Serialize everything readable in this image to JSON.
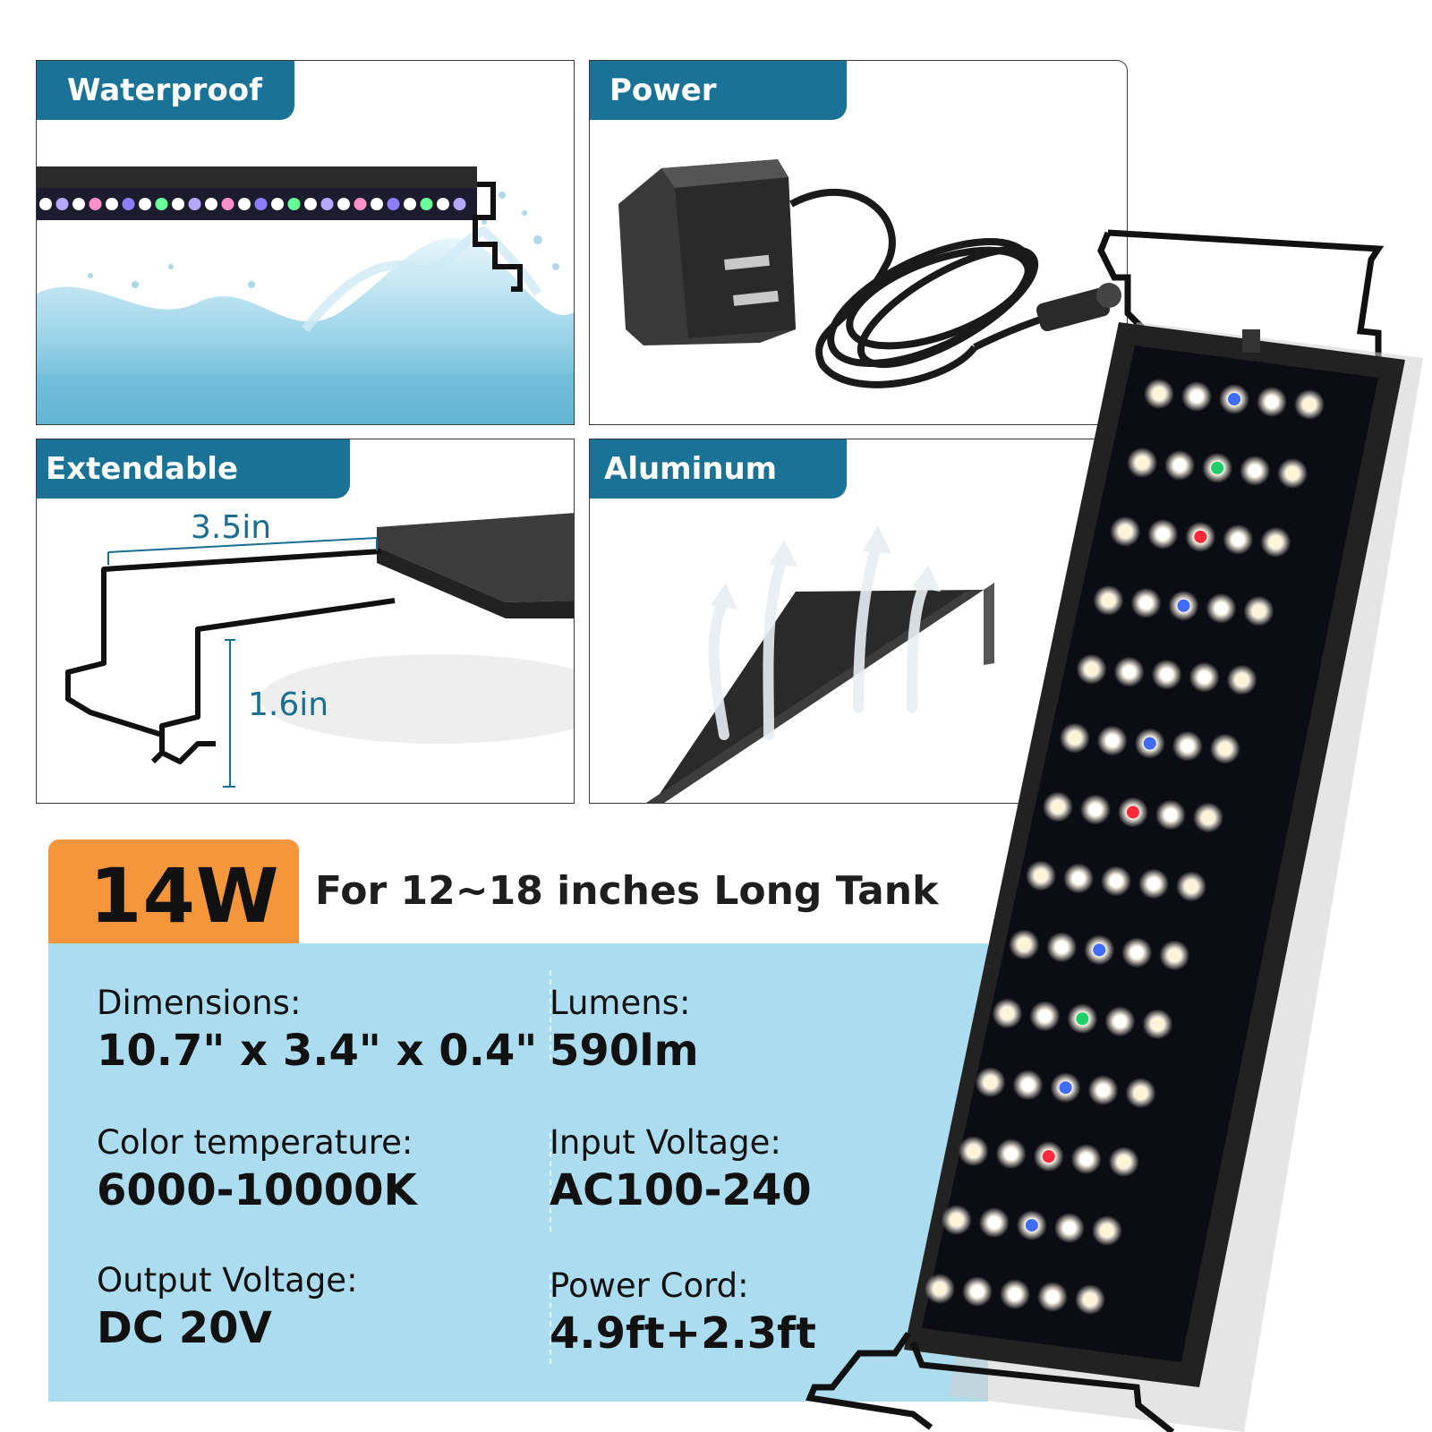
{
  "panels": {
    "waterproof": {
      "title": "Waterproof"
    },
    "power_adapter": {
      "title": "Power Adapter"
    },
    "extendable_bracket": {
      "title": "Extendable Bracket",
      "width_label": "3.5in",
      "height_label": "1.6in"
    },
    "aluminum_shell": {
      "title": "Aluminum Shell"
    }
  },
  "badge": {
    "wattage": "14W",
    "tank_fit": "For 12~18 inches Long Tank"
  },
  "specs": {
    "dimensions": {
      "label": "Dimensions:",
      "value": "10.7\" x 3.4\" x 0.4\""
    },
    "lumens": {
      "label": "Lumens:",
      "value": "590lm"
    },
    "color_temperature": {
      "label": "Color temperature:",
      "value": "6000-10000K"
    },
    "input_voltage": {
      "label": "Input Voltage:",
      "value": "AC100-240"
    },
    "output_voltage": {
      "label": "Output Voltage:",
      "value": "DC 20V"
    },
    "power_cord": {
      "label": "Power Cord:",
      "value": "4.9ft+2.3ft"
    }
  },
  "colors": {
    "tab_blue": "#1a7296",
    "badge_orange": "#f5963c",
    "spec_box_blue": "#abdcef",
    "dimension_line": "#1a6e92"
  },
  "icons": [
    "water-splash-icon",
    "power-adapter-icon",
    "bracket-icon",
    "heat-arrow-icon",
    "led-light-bar-icon"
  ]
}
